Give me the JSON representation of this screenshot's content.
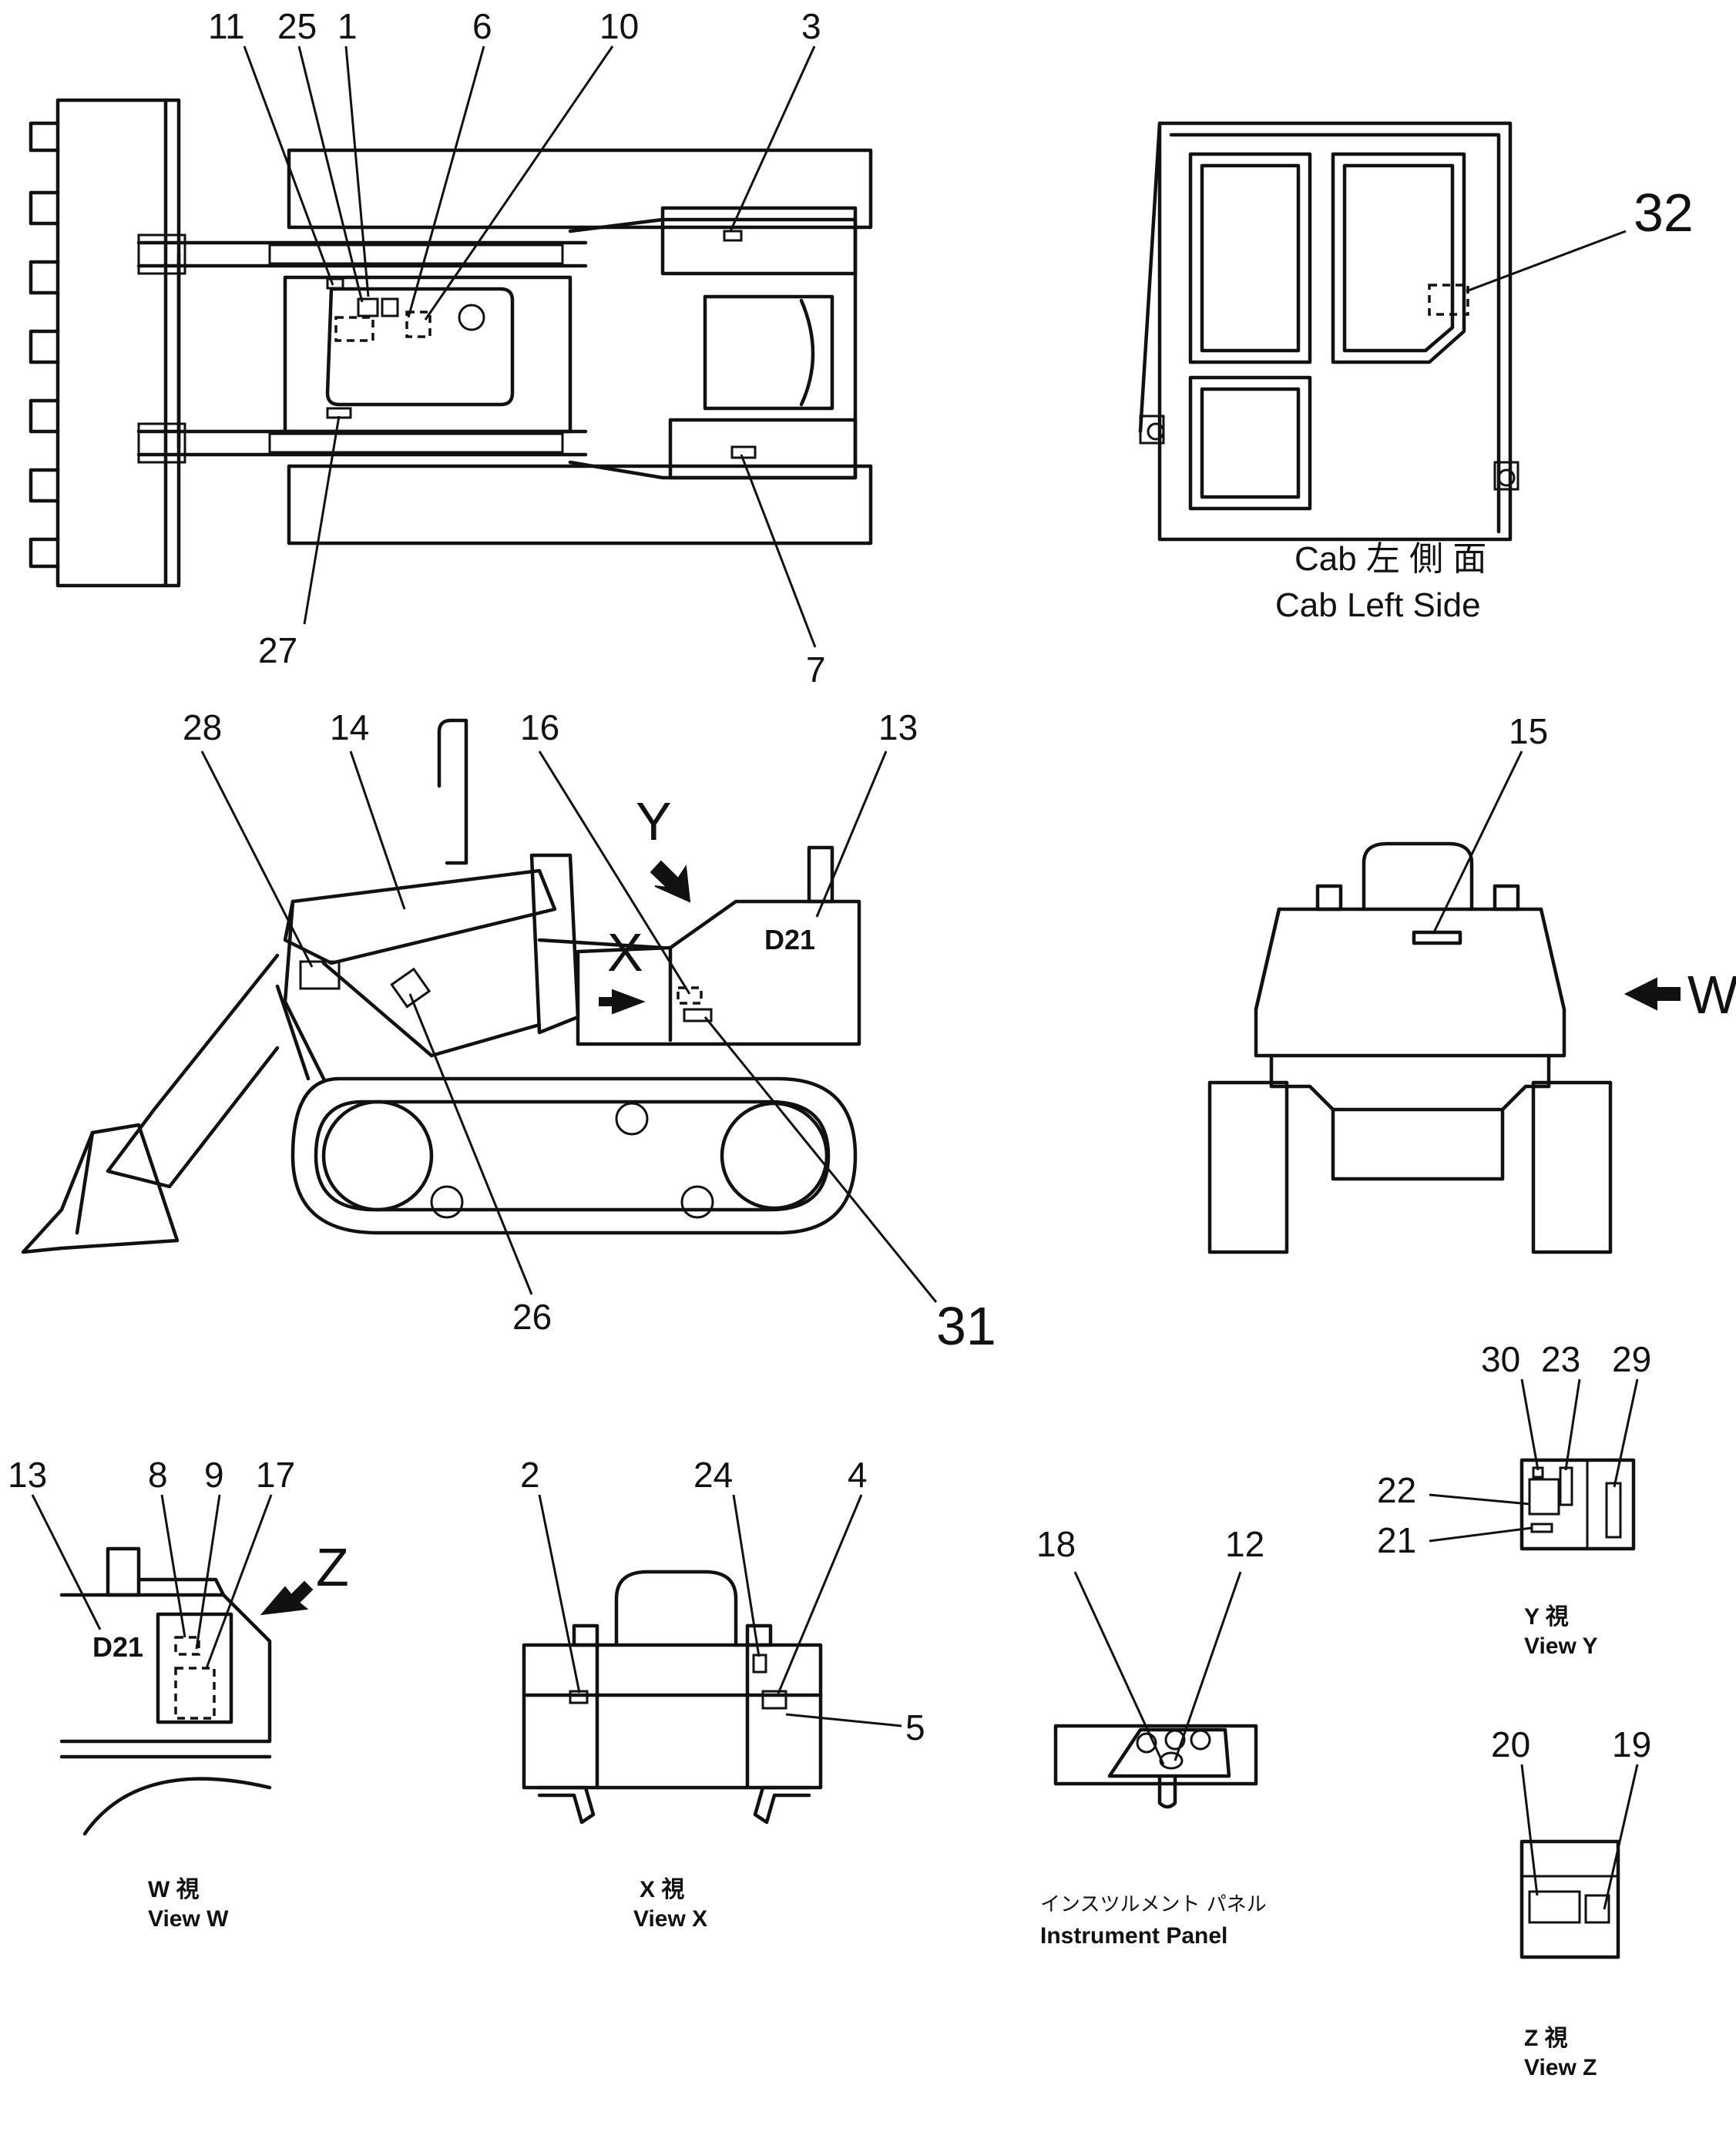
{
  "top_view": {
    "callouts": [
      "11",
      "25",
      "1",
      "6",
      "10",
      "3",
      "27",
      "7"
    ]
  },
  "cab_left_side": {
    "callout": "32",
    "caption_jp": "Cab 左 側 面",
    "caption_en": "Cab Left Side"
  },
  "side_view": {
    "callouts": [
      "28",
      "14",
      "16",
      "13",
      "26",
      "31"
    ],
    "plate_text": "D21",
    "arrow_y": "Y",
    "arrow_x": "X"
  },
  "rear_view": {
    "callout": "15",
    "arrow_w": "W"
  },
  "view_w": {
    "callouts": [
      "13",
      "8",
      "9",
      "17"
    ],
    "plate_text": "D21",
    "arrow_z": "Z",
    "caption_jp": "W 視",
    "caption_en": "View W"
  },
  "view_x": {
    "callouts": [
      "2",
      "24",
      "4",
      "5"
    ],
    "caption_jp": "X 視",
    "caption_en": "View X"
  },
  "instrument_panel": {
    "callouts": [
      "18",
      "12"
    ],
    "caption_jp": "インスツルメント パネル",
    "caption_en": "Instrument Panel"
  },
  "view_y": {
    "callouts": [
      "30",
      "23",
      "29",
      "22",
      "21"
    ],
    "caption_jp": "Y 視",
    "caption_en": "View Y"
  },
  "view_z": {
    "callouts": [
      "20",
      "19"
    ],
    "caption_jp": "Z 視",
    "caption_en": "View Z"
  }
}
